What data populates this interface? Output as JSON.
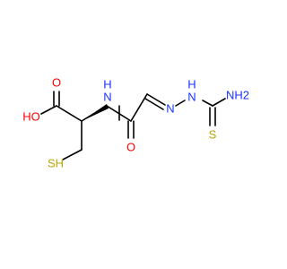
{
  "colors": {
    "carbon_bond": "#000000",
    "oxygen": "#ff0000",
    "nitrogen": "#1a33ff",
    "sulfur": "#b8a400"
  },
  "atoms": {
    "carbonyl_oxygen_top": {
      "text": "O",
      "element": "O"
    },
    "hydroxyl": {
      "text": "HO",
      "element": "O"
    },
    "amide_nitrogen": {
      "text": "N",
      "element": "N"
    },
    "amide_hydrogen": {
      "text": "H",
      "element": "N"
    },
    "amide_oxygen": {
      "text": "O",
      "element": "O"
    },
    "thiol": {
      "text": "SH",
      "element": "S"
    },
    "imine_nitrogen": {
      "text": "N",
      "element": "N"
    },
    "hydrazine_nitrogen": {
      "text": "N",
      "element": "N"
    },
    "hydrazine_hydrogen": {
      "text": "H",
      "element": "N"
    },
    "amino_group": {
      "text": "NH2",
      "element": "N"
    },
    "thione_sulfur": {
      "text": "S",
      "element": "S"
    }
  }
}
